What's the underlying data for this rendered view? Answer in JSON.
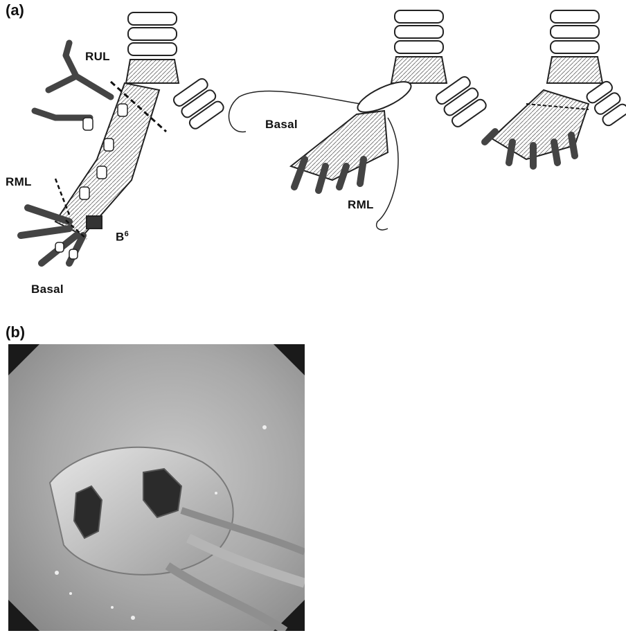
{
  "panels": {
    "a": {
      "label": "(a)"
    },
    "b": {
      "label": "(b)"
    }
  },
  "labels": {
    "rul": "RUL",
    "rml_left": "RML",
    "b6_base": "B",
    "b6_sup": "6",
    "basal_left": "Basal",
    "basal_mid": "Basal",
    "rml_mid": "RML"
  },
  "illustrations": {
    "left": "bronchial-tree-sleeve-resection-lines-icon",
    "middle": "bronchial-anastomosis-suture-icon",
    "right": "completed-anastomosis-icon"
  },
  "photo": "bronchoscopic-anastomosis-view"
}
